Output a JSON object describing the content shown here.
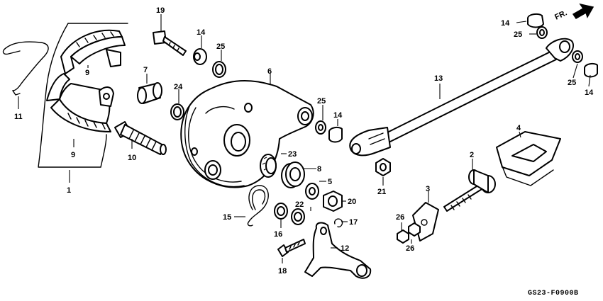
{
  "diagram_code": "GS23-F0900B",
  "direction_label": "FR.",
  "callouts": {
    "c1": "1",
    "c2": "2",
    "c3": "3",
    "c4": "4",
    "c5": "5",
    "c6": "6",
    "c7": "7",
    "c8": "8",
    "c9a": "9",
    "c9b": "9",
    "c10": "10",
    "c11": "11",
    "c12": "12",
    "c13": "13",
    "c14a": "14",
    "c14b": "14",
    "c14c": "14",
    "c14d": "14",
    "c15": "15",
    "c16": "16",
    "c17": "17",
    "c18": "18",
    "c19": "19",
    "c20": "20",
    "c21": "21",
    "c22": "22",
    "c23": "23",
    "c24": "24",
    "c25a": "25",
    "c25b": "25",
    "c25c": "25",
    "c25d": "25",
    "c26a": "26",
    "c26b": "26"
  }
}
